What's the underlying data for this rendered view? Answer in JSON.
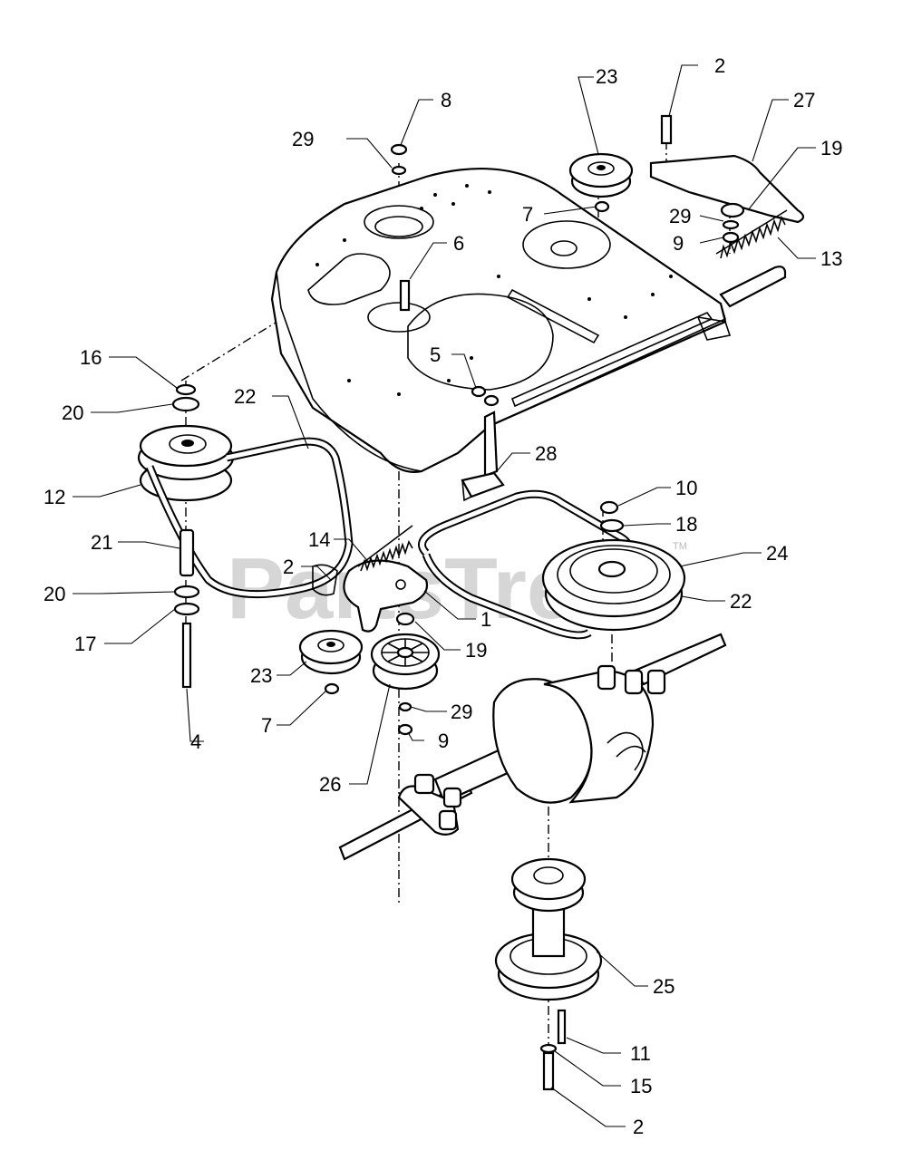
{
  "watermark": {
    "text": "PartsTree",
    "tm": "TM"
  },
  "callouts": {
    "c2_top": "2",
    "c23_top": "23",
    "c27": "27",
    "c19_top": "19",
    "c8": "8",
    "c29_top_left": "29",
    "c7_top": "7",
    "c29_right": "29",
    "c9_right": "9",
    "c13": "13",
    "c6": "6",
    "c16": "16",
    "c5": "5",
    "c20_upper": "20",
    "c22_left": "22",
    "c28": "28",
    "c12": "12",
    "c10": "10",
    "c18": "18",
    "c21": "21",
    "c14": "14",
    "c24": "24",
    "c2_mid": "2",
    "c22_right": "22",
    "c20_lower": "20",
    "c1": "1",
    "c17": "17",
    "c19_mid": "19",
    "c23_bottom": "23",
    "c29_mid": "29",
    "c7_bottom": "7",
    "c9_mid": "9",
    "c4": "4",
    "c26": "26",
    "c25": "25",
    "c11": "11",
    "c15": "15",
    "c2_bottom": "2"
  }
}
